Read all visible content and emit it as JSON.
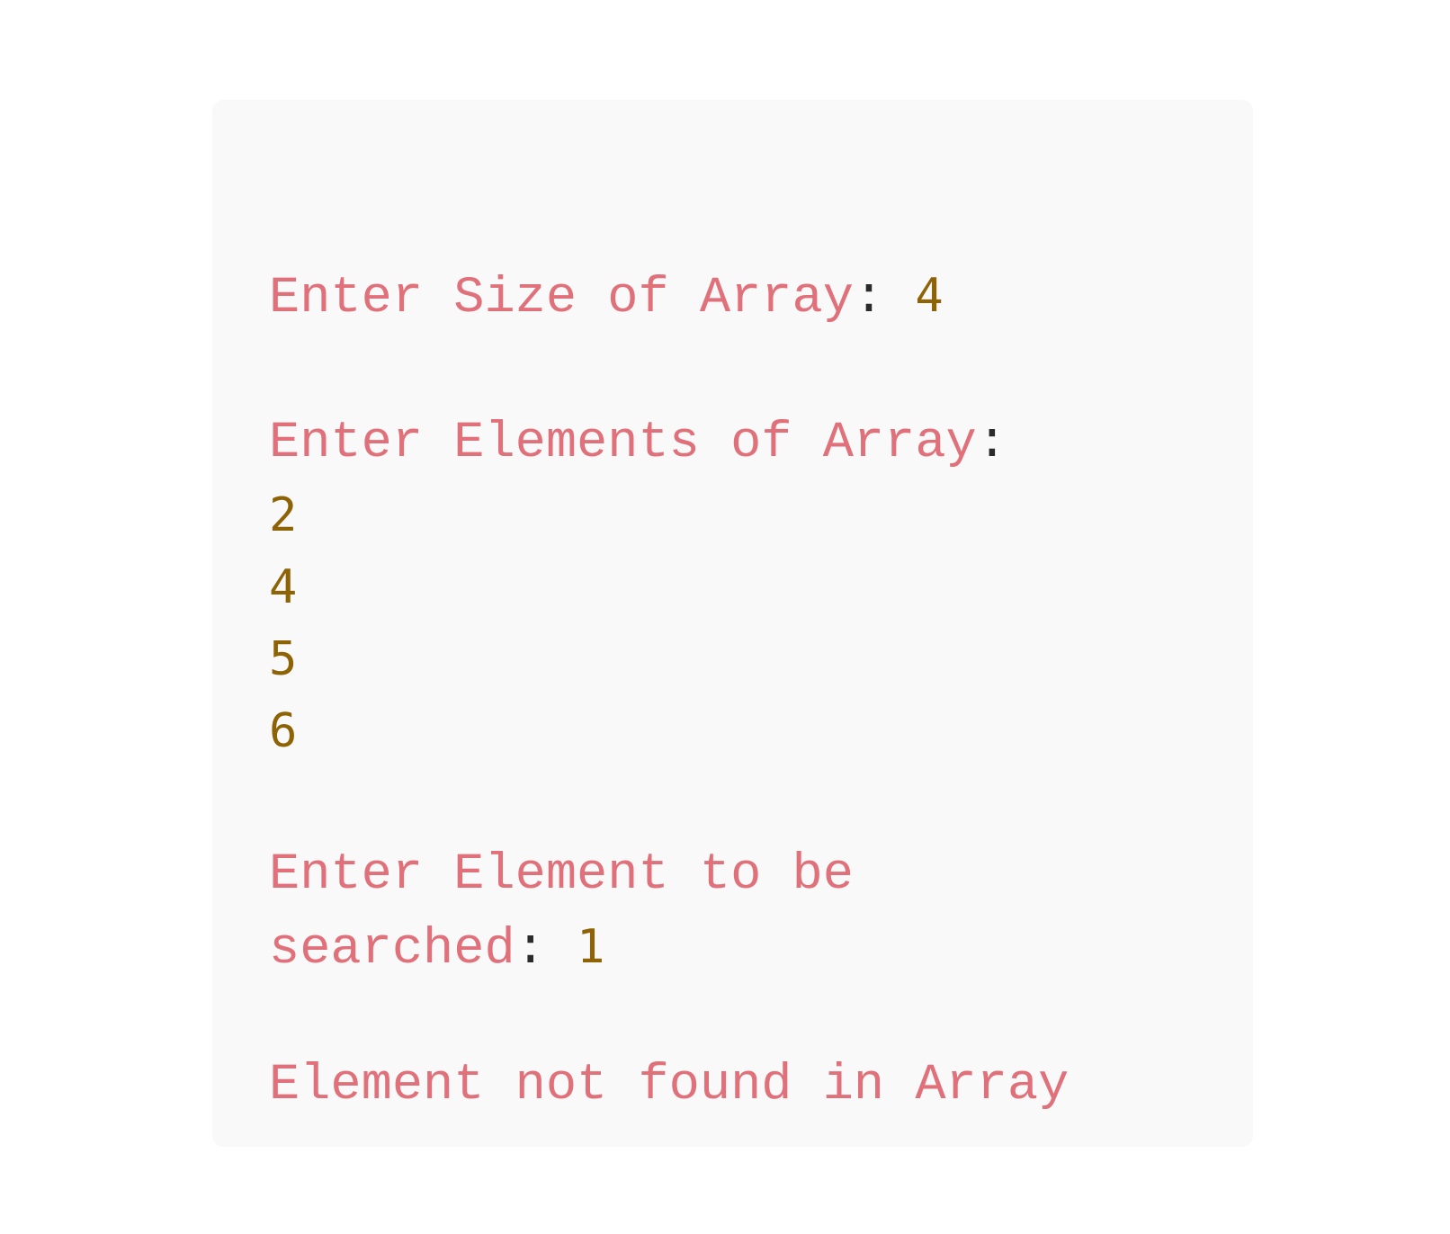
{
  "terminal": {
    "size_prompt": "Enter Size of Array",
    "size_value": "4",
    "elements_prompt": "Enter Elements of Array",
    "elements": [
      "2",
      "4",
      "5",
      "6"
    ],
    "search_prompt_line1": "Enter Element to be",
    "search_prompt_line2": "searched",
    "search_value": "1",
    "result": "Element not found in Array",
    "separator": ":"
  },
  "colors": {
    "background": "#f9f9f9",
    "string": "#e0707a",
    "number": "#8d6306",
    "punctuation": "#2b2b2b"
  }
}
